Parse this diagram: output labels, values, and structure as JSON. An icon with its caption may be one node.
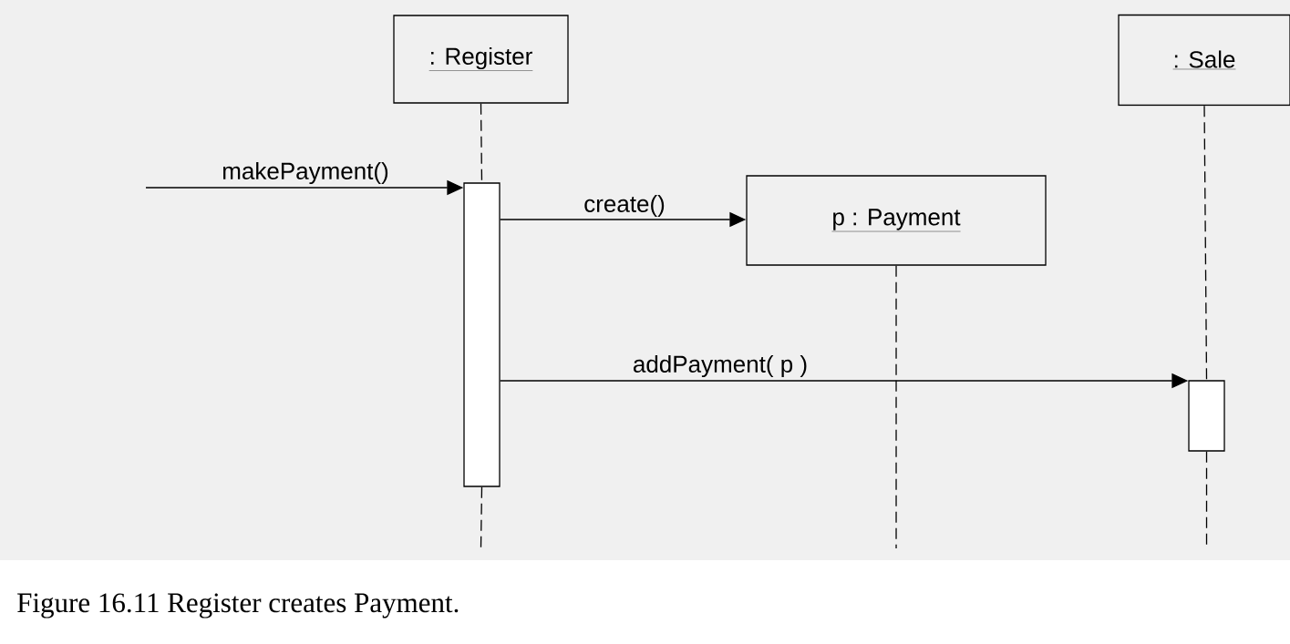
{
  "diagram": {
    "caption": "Figure 16.11 Register creates Payment.",
    "nodes": [
      {
        "text": [
          ": Register"
        ]
      },
      {
        "text": [
          ": Sale"
        ]
      },
      {
        "text": [
          "p : Payment"
        ]
      },
      {
        "text": [],
        "shape": "bar"
      },
      {
        "text": [],
        "shape": "bar"
      }
    ],
    "edges": [
      {
        "from": 0,
        "to": 3,
        "arrow": "none",
        "style": "dashed"
      },
      {
        "from": 3,
        "to": null,
        "arrow": "none",
        "style": "dashed"
      },
      {
        "from": 2,
        "to": null,
        "arrow": "none",
        "style": "dashed"
      },
      {
        "from": 1,
        "to": 4,
        "arrow": "none",
        "style": "dashed"
      },
      {
        "from": 4,
        "to": null,
        "arrow": "none",
        "style": "dashed"
      },
      {
        "from": null,
        "to": 3,
        "arrow": "to",
        "label": "makePayment()"
      },
      {
        "from": 3,
        "to": 2,
        "arrow": "to",
        "label": "create()"
      },
      {
        "from": 3,
        "to": 4,
        "arrow": "to",
        "label": "addPayment( p )"
      }
    ]
  }
}
